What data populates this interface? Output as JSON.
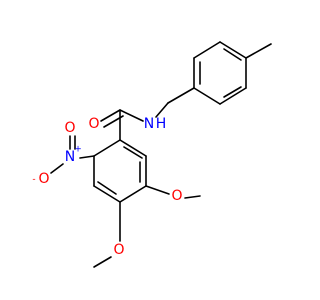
{
  "colors": {
    "bond": "#000000",
    "carbon_text": "#000000",
    "oxygen": "#ff0000",
    "nitrogen": "#0000ff",
    "background": "#ffffff"
  },
  "atoms": {
    "amide_oxygen": {
      "symbol": "O",
      "color": "oxygen"
    },
    "amide_nitrogen": {
      "symbol": "N",
      "color": "nitrogen"
    },
    "amide_hydrogen": {
      "symbol": "H",
      "color": "nitrogen"
    },
    "nitro_nitrogen": {
      "symbol": "N",
      "charge": "+",
      "color": "nitrogen"
    },
    "nitro_oxygen_double": {
      "symbol": "O",
      "color": "oxygen"
    },
    "nitro_oxygen_single": {
      "symbol": "O",
      "charge": "-",
      "color": "oxygen"
    },
    "methoxy_oxygen_1": {
      "symbol": "O",
      "color": "oxygen"
    },
    "methoxy_oxygen_2": {
      "symbol": "O",
      "color": "oxygen"
    }
  }
}
